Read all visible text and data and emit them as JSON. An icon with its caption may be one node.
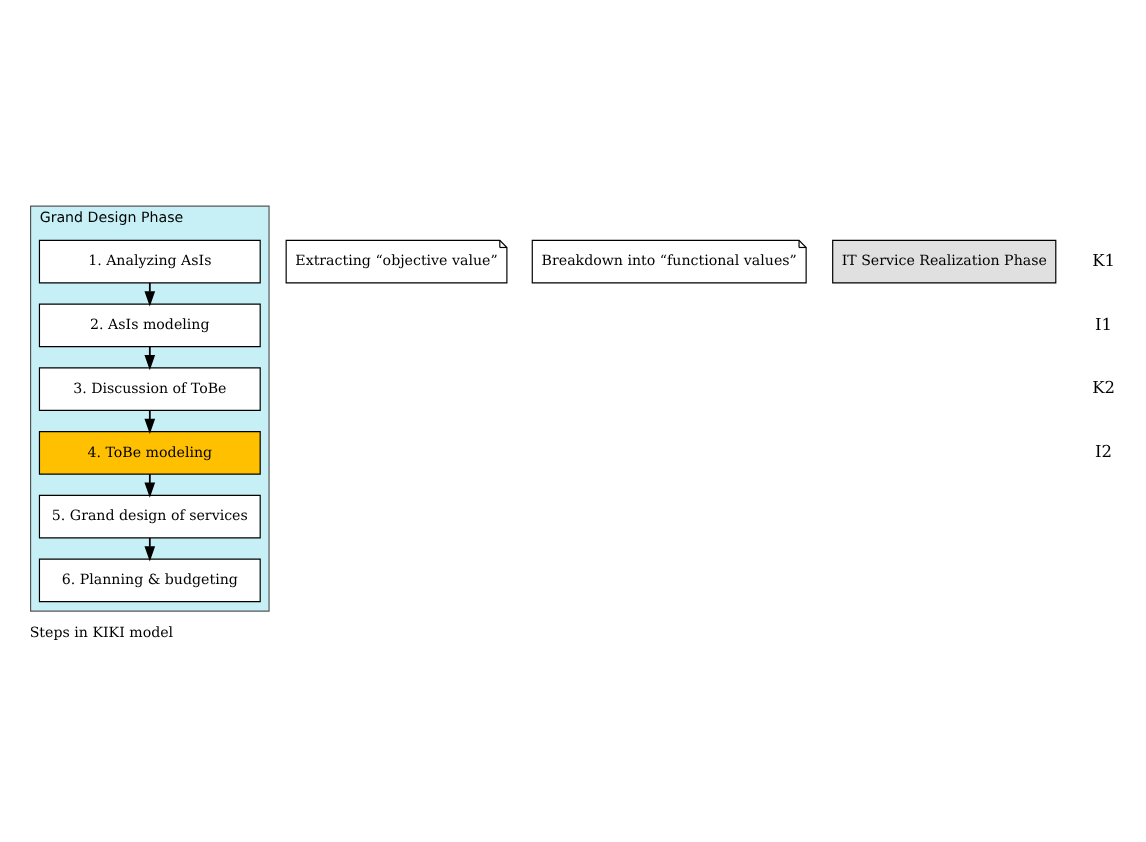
{
  "diagram": {
    "caption": "Steps in KIKI model",
    "nodes": [
      {
        "text": [
          "Grand Design Phase"
        ]
      },
      {
        "text": [
          "1. Analyzing AsIs"
        ],
        "in": 0
      },
      {
        "text": [
          "2. AsIs modeling"
        ],
        "in": 0
      },
      {
        "text": [
          "3. Discussion of ToBe"
        ],
        "in": 0
      },
      {
        "text": [
          "4. ToBe modeling"
        ],
        "in": 0
      },
      {
        "text": [
          "5. Grand design of services"
        ],
        "in": 0
      },
      {
        "text": [
          "6. Planning & budgeting"
        ],
        "in": 0
      },
      {
        "text": [
          "Extracting “objective value”"
        ]
      },
      {
        "text": [
          "Breakdown into “functional values”"
        ]
      },
      {
        "text": [
          "IT Service Realization Phase"
        ]
      }
    ],
    "edges": [
      {
        "from": 1,
        "to": 2,
        "arrow": "to"
      },
      {
        "from": 2,
        "to": 3,
        "arrow": "to"
      },
      {
        "from": 3,
        "to": 4,
        "arrow": "to"
      },
      {
        "from": 4,
        "to": 5,
        "arrow": "to"
      },
      {
        "from": 5,
        "to": 6,
        "arrow": "to"
      }
    ],
    "labels": [
      "K1",
      "I1",
      "K2",
      "I2"
    ]
  }
}
